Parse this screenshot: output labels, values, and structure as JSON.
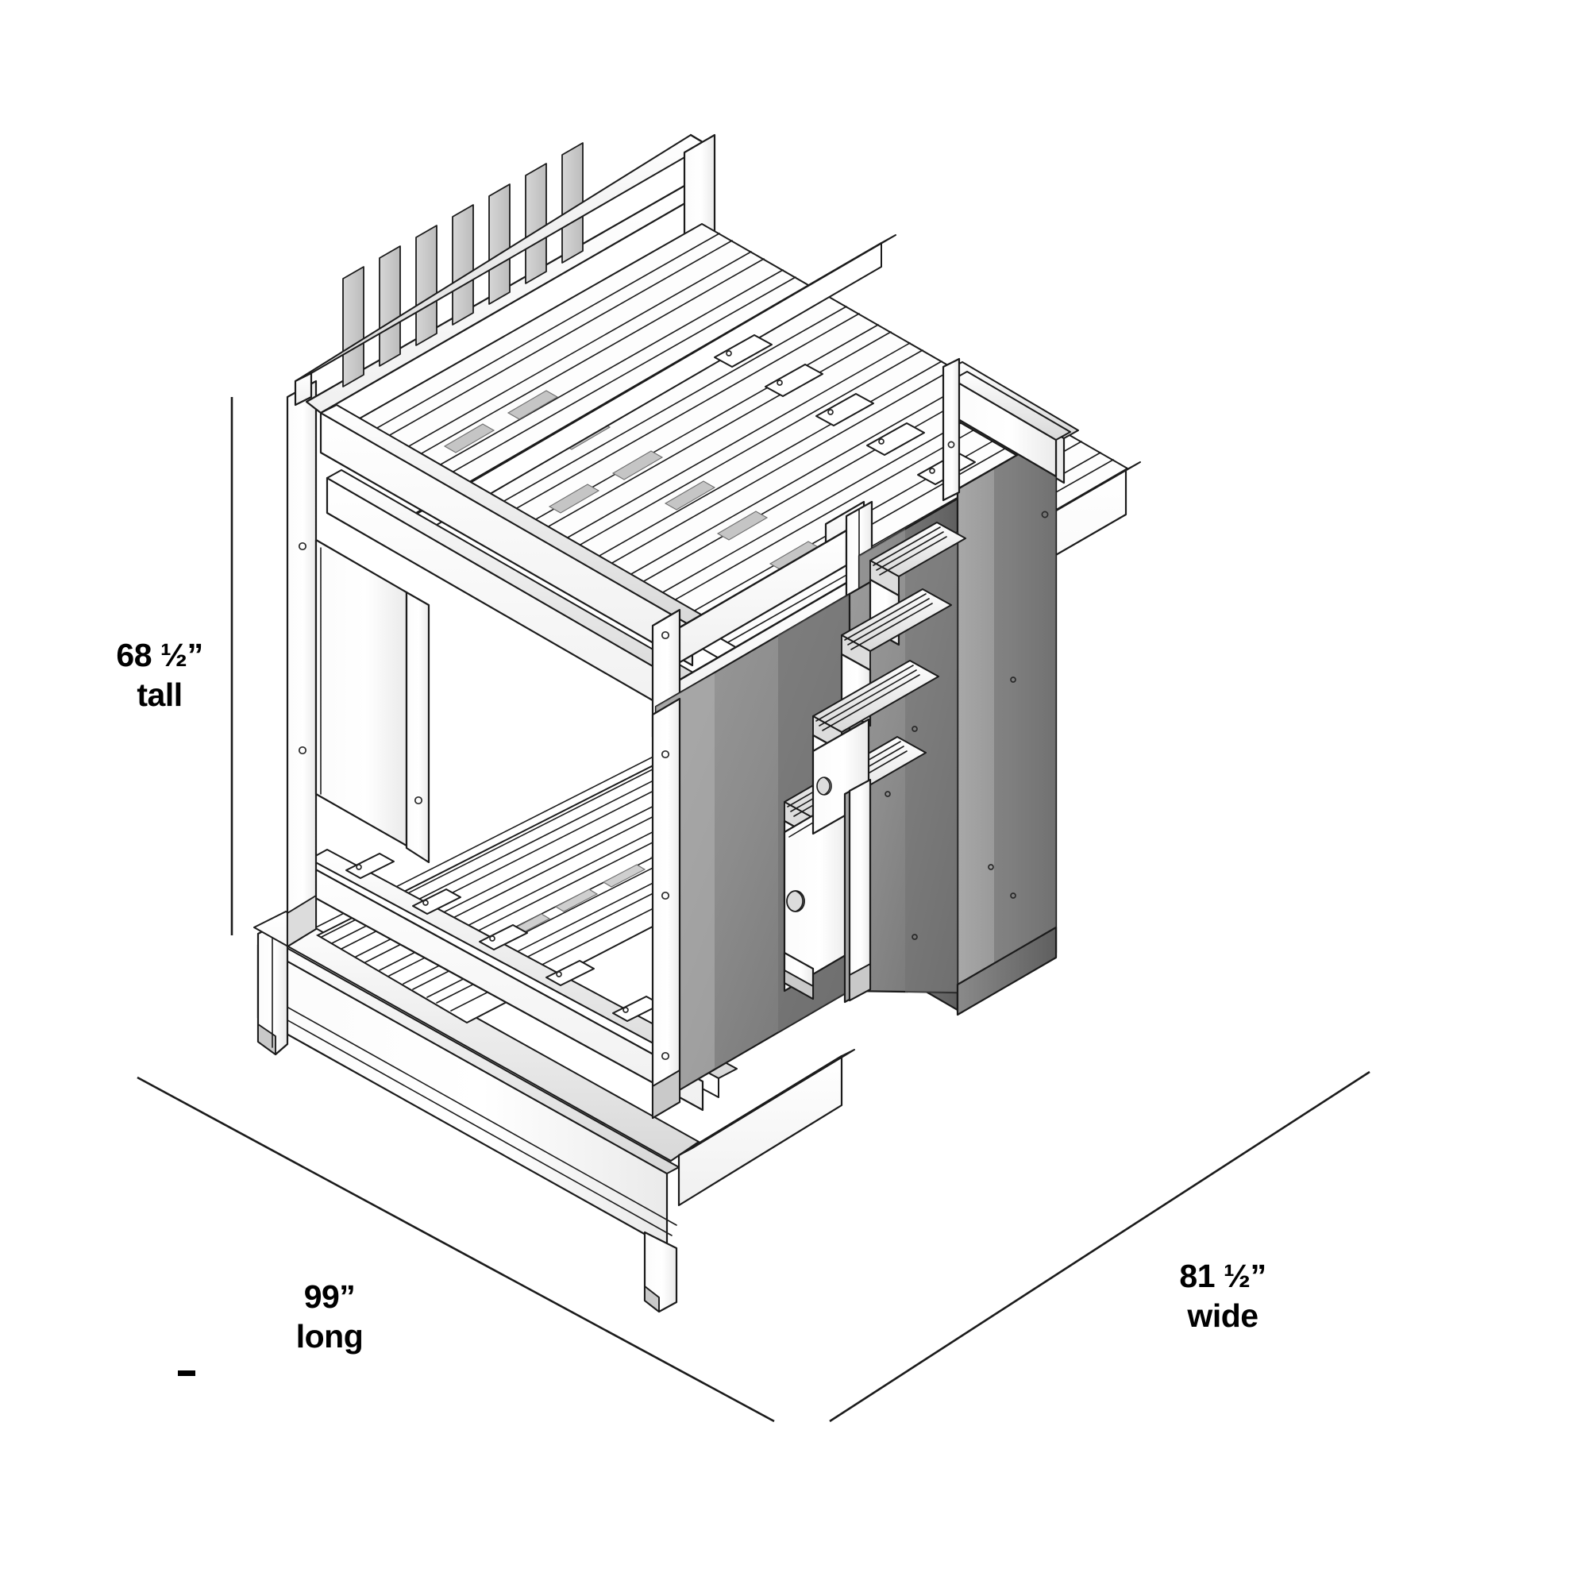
{
  "product": {
    "type": "technical-illustration",
    "subject": "bunk bed with staircase and trundle",
    "view": "isometric line drawing",
    "background_color": "#ffffff",
    "line_color": "#1a1a1a",
    "wood_light": "#ffffff",
    "wood_shade": "#e8e8e8",
    "panel_gray": "#8c8c8c",
    "panel_gray_dark": "#6e6e6e",
    "panel_gray_mid": "#a3a3a3"
  },
  "dimensions": {
    "height": {
      "value": "68 ½”",
      "unit_word": "tall"
    },
    "length": {
      "value": "99”",
      "unit_word": "long"
    },
    "width": {
      "value": "81 ½”",
      "unit_word": "wide"
    }
  },
  "components": {
    "upper_bunk_guardrail": "slatted headboard panel with vertical spindles",
    "upper_bunk_slats": "parallel mattress support slats",
    "lower_bunk_slats": "parallel mattress support slats",
    "footboard": "solid flat panel",
    "staircase": "four step treads with storage drawers",
    "stair_drawer_knobs": 2,
    "stair_step_count": 4
  },
  "chart_data": {
    "type": "table",
    "title": "Bunk bed overall dimensions",
    "categories": [
      "tall",
      "long",
      "wide"
    ],
    "values": [
      68.5,
      99,
      81.5
    ],
    "labels": [
      "68 ½”",
      "99”",
      "81 ½”"
    ],
    "unit": "inches"
  }
}
